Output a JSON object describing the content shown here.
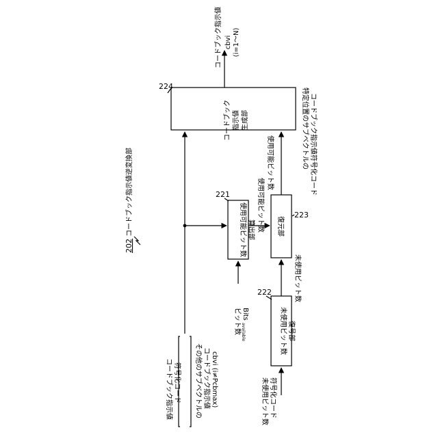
{
  "title": {
    "number": "202",
    "text": "コードブック指示値逆変換部"
  },
  "blocks": {
    "generator": {
      "number": "224",
      "lines": [
        "コードブック",
        "指示値",
        "生成部"
      ]
    },
    "calc": {
      "number": "221",
      "lines": [
        "使用可能ビット数",
        "算出部"
      ]
    },
    "restore": {
      "number": "223",
      "lines": [
        "復元部"
      ]
    },
    "decoder": {
      "number": "222",
      "lines": [
        "未使用ビット数",
        "復号部"
      ]
    }
  },
  "labels": {
    "output": [
      "コードブック指示値",
      "cbvi",
      "(i=1〜N)"
    ],
    "specific_input": [
      "特定位置のサブベクトルの",
      "コードブック指示値符号化コード"
    ],
    "available_bits": "使用可能ビット数",
    "unused_bits_mid": "未使用ビット数",
    "bits": [
      "ビット数",
      "Bits"
    ],
    "bits_subscript": "available",
    "unused_code_input": [
      "未使用ビット数",
      "符号化コード"
    ],
    "main_input": [
      "コードブック指示値",
      "符号化コード",
      "その他のサブベクトルの",
      "コードブック指示値",
      "cbvi (i≠Pcbmax)"
    ]
  }
}
